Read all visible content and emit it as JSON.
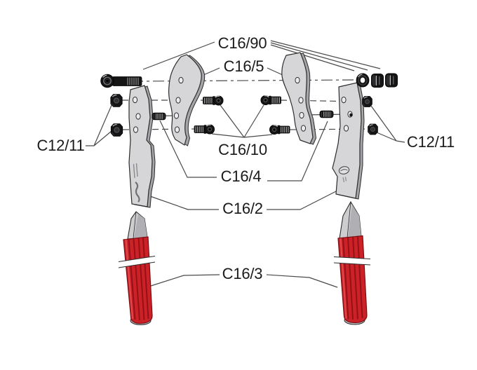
{
  "meta": {
    "diagram_type": "exploded-parts-diagram"
  },
  "labels": {
    "c16_90": "C16/90",
    "c16_5": "C16/5",
    "c16_10": "C16/10",
    "c16_4": "C16/4",
    "c16_2": "C16/2",
    "c16_3": "C16/3",
    "c12_11_left": "C12/11",
    "c12_11_right": "C12/11"
  },
  "colors": {
    "background": "#ffffff",
    "metal_face": "#d6d6d8",
    "metal_side": "#a6a6aa",
    "hardware_black": "#151515",
    "grip_red": "#cc2127",
    "grip_ridge": "#8e1016",
    "outline": "#2b2b2b",
    "leader_line": "#4a4a4a",
    "label_text": "#1a1a1a"
  }
}
